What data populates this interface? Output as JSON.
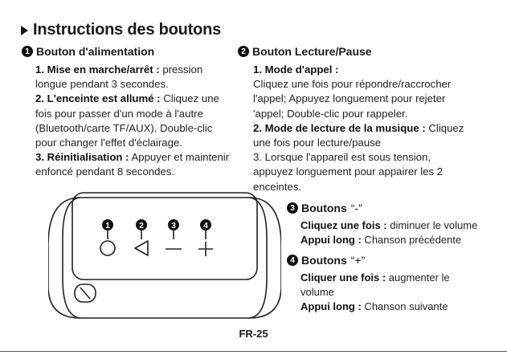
{
  "title": "Instructions des boutons",
  "sections": {
    "power": {
      "number": "1",
      "heading": "Bouton d'alimentation",
      "items": [
        {
          "label": "1. Mise en marche/arrêt :",
          "text_lines": [
            " pression",
            "longue pendant 3 secondes."
          ]
        },
        {
          "label": "2. L'enceinte est allumé :",
          "text_lines": [
            " Cliquez une",
            "fois pour passer d'un mode à l'autre",
            "(Bluetooth/carte TF/AUX). Double-clic",
            "pour changer l'effet d'éclairage."
          ]
        },
        {
          "label": "3. Réinitialisation :",
          "text_lines": [
            " Appuyer et maintenir",
            "enfoncé pendant 8 secondes."
          ]
        }
      ]
    },
    "play": {
      "number": "2",
      "heading": "Bouton Lecture/Pause",
      "items": [
        {
          "label": "1. Mode d'appel :",
          "text_lines": [
            "",
            "Cliquez une fois pour répondre/raccrocher",
            "l'appel; Appuyez longuement pour rejeter",
            "'appel; Double-clic pour rappeler."
          ]
        },
        {
          "label": "2. Mode de lecture de la musique :",
          "text_lines": [
            " Cliquez",
            "une fois pour lecture/pause"
          ]
        },
        {
          "label": "",
          "text_lines": [
            "3. Lorsque l'appareil est sous tension,",
            "appuyez longuement pour appairer les 2",
            "enceintes."
          ]
        }
      ]
    },
    "minus": {
      "number": "3",
      "heading": "Boutons",
      "symbol": "“-”",
      "lines": [
        {
          "label": "Cliquez une fois :",
          "text": " diminuer le volume"
        },
        {
          "label": "Appui long :",
          "text": " Chanson précédente"
        }
      ]
    },
    "plus": {
      "number": "4",
      "heading": "Boutons",
      "symbol": "“+”",
      "lines": [
        {
          "label": "Cliquer une fois :",
          "text": " augmenter le"
        },
        {
          "label": "",
          "text": "volume"
        },
        {
          "label": "Appui long :",
          "text": " Chanson suivante"
        }
      ]
    }
  },
  "diagram": {
    "markers": [
      "1",
      "2",
      "3",
      "4"
    ]
  },
  "footer": "FR-25"
}
